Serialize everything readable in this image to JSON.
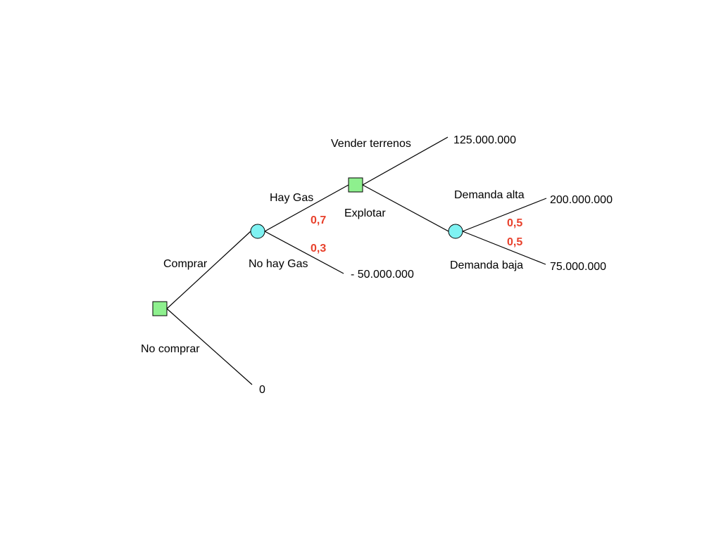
{
  "colors": {
    "decision_fill": "#8ef08e",
    "chance_fill": "#7ff2f2",
    "probability_text": "#e8412c",
    "edge": "#000000"
  },
  "nodes": {
    "decision_root": {
      "type": "decision"
    },
    "chance_gas": {
      "type": "chance"
    },
    "decision_gas": {
      "type": "decision"
    },
    "chance_demand": {
      "type": "chance"
    }
  },
  "branches": {
    "comprar": "Comprar",
    "no_comprar": "No comprar",
    "hay_gas": "Hay Gas",
    "no_hay_gas": "No hay Gas",
    "vender_terrenos": "Vender terrenos",
    "explotar": "Explotar",
    "demanda_alta": "Demanda alta",
    "demanda_baja": "Demanda baja"
  },
  "probabilities": {
    "hay_gas": "0,7",
    "no_hay_gas": "0,3",
    "demanda_alta": "0,5",
    "demanda_baja": "0,5"
  },
  "payoffs": {
    "vender_terrenos": "125.000.000",
    "demanda_alta": "200.000.000",
    "demanda_baja": "75.000.000",
    "no_hay_gas": "- 50.000.000",
    "no_comprar": "0"
  }
}
